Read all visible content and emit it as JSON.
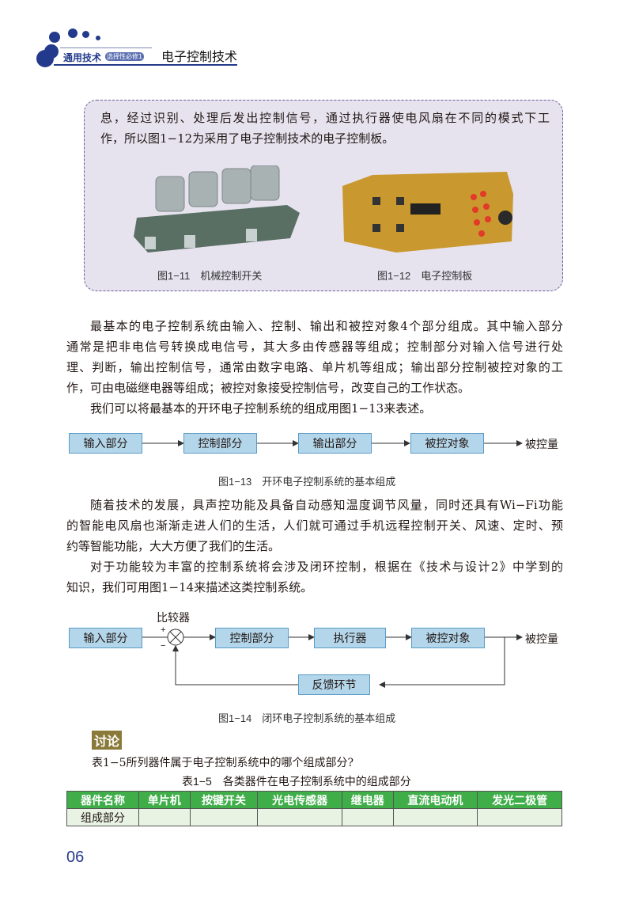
{
  "header": {
    "series": "通用技术",
    "volume": "选择性必修1",
    "chapter": "电子控制技术"
  },
  "panel": {
    "lines": [
      "息，经过识别、处理后发出控制信号，通过执行器使电风扇在不同的模式下工",
      "作，所以图1−12为采用了电子控制技术的电子控制板。"
    ],
    "fig11": "图1−11　机械控制开关",
    "fig12": "图1−12　电子控制板"
  },
  "para1": [
    "最基本的电子控制系统由输入、控制、输出和被控对象4个部分组成。其中输入部分",
    "通常是把非电信号转换成电信号，其大多由传感器等组成；控制部分对输入信号进行处",
    "理、判断，输出控制信号，通常由数字电路、单片机等组成；输出部分控制被控对象的工",
    "作，可由电磁继电器等组成；被控对象接受控制信号，改变自己的工作状态。"
  ],
  "para2": [
    "我们可以将最基本的开环电子控制系统的组成用图1−13来表述。"
  ],
  "fig13": {
    "blocks": [
      "输入部分",
      "控制部分",
      "输出部分",
      "被控对象"
    ],
    "output": "被控量",
    "caption": "图1−13　开环电子控制系统的基本组成"
  },
  "para3": [
    "随着技术的发展，具声控功能及具备自动感知温度调节风量，同时还具有Wi−Fi功能",
    "的智能电风扇也渐渐走进人们的生活，人们就可通过手机远程控制开关、风速、定时、预",
    "约等智能功能，大大方便了我们的生活。"
  ],
  "para4": [
    "对于功能较为丰富的控制系统将会涉及闭环控制，根据在《技术与设计2》中学到的",
    "知识，我们可用图1−14来描述这类控制系统。"
  ],
  "fig14": {
    "comparator": "比较器",
    "plus": "+",
    "minus": "−",
    "blocks": [
      "输入部分",
      "控制部分",
      "执行器",
      "被控对象"
    ],
    "feedback": "反馈环节",
    "output": "被控量",
    "caption": "图1−14　闭环电子控制系统的基本组成"
  },
  "discussion": {
    "title": "讨论",
    "question": "表1−5所列器件属于电子控制系统中的哪个组成部分?"
  },
  "table": {
    "caption": "表1−5　各类器件在电子控制系统中的组成部分",
    "headers": [
      "器件名称",
      "单片机",
      "按键开关",
      "光电传感器",
      "继电器",
      "直流电动机",
      "发光二极管"
    ],
    "row_label": "组成部分"
  },
  "page_number": "06"
}
